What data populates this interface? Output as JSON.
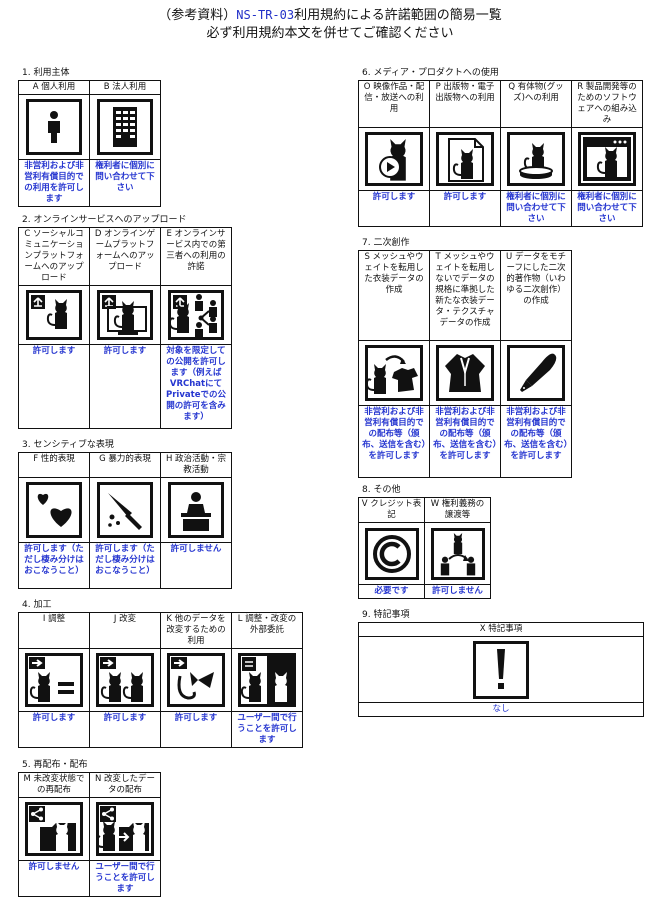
{
  "title": {
    "prefix": "（参考資料）",
    "code": "NS-TR-03",
    "suffix": "利用規約による許諾範囲の簡易一覧",
    "line2": "必ず利用規約本文を併せてご確認ください"
  },
  "colors": {
    "result_text": "#2636d0",
    "code_text": "#2230c8",
    "border": "#111111"
  },
  "sections": {
    "s1": {
      "label": "1. 利用主体",
      "items": [
        {
          "header": "A 個人利用",
          "icon": "person-icon",
          "result": "非営利および非営利有償目的での利用を許可します"
        },
        {
          "header": "B 法人利用",
          "icon": "building-icon",
          "result": "権利者に個別に問い合わせて下さい"
        }
      ]
    },
    "s2": {
      "label": "2. オンラインサービスへのアップロード",
      "items": [
        {
          "header": "C ソーシャルコミュニケーションプラットフォームへのアップロード",
          "icon": "upload-avatar-icon",
          "result": "許可します"
        },
        {
          "header": "D オンラインゲームプラットフォームへのアップロード",
          "icon": "upload-monitor-icon",
          "result": "許可します"
        },
        {
          "header": "E オンラインサービス内での第三者への利用の許諾",
          "icon": "upload-share-icon",
          "result": "対象を限定しての公開を許可します（例えばVRChatにてPrivateでの公開の許可を含みます）"
        }
      ]
    },
    "s3": {
      "label": "3. センシティブな表現",
      "items": [
        {
          "header": "F 性的表現",
          "icon": "hearts-icon",
          "result": "許可します（ただし棲み分けはおこなうこと）"
        },
        {
          "header": "G 暴力的表現",
          "icon": "knife-icon",
          "result": "許可します（ただし棲み分けはおこなうこと）"
        },
        {
          "header": "H 政治活動・宗教活動",
          "icon": "podium-icon",
          "result": "許可しません"
        }
      ]
    },
    "s4": {
      "label": "4. 加工",
      "items": [
        {
          "header": "I 調整",
          "icon": "adjust-icon",
          "result": "許可します"
        },
        {
          "header": "J 改変",
          "icon": "modify-icon",
          "result": "許可します"
        },
        {
          "header": "K 他のデータを改変するための利用",
          "icon": "parts-icon",
          "result": "許可します"
        },
        {
          "header": "L 調整・改変の外部委託",
          "icon": "outsource-icon",
          "result": "ユーザー間で行うことを許可します"
        }
      ]
    },
    "s5": {
      "label": "5. 再配布・配布",
      "items": [
        {
          "header": "M 未改変状態での再配布",
          "icon": "redistribute-icon",
          "result": "許可しません"
        },
        {
          "header": "N 改変したデータの配布",
          "icon": "distribute-modified-icon",
          "result": "ユーザー間で行うことを許可します"
        }
      ]
    },
    "s6": {
      "label": "6. メディア・プロダクトへの使用",
      "items": [
        {
          "header": "O 映像作品・配信・放送への利用",
          "icon": "video-icon",
          "result": "許可します"
        },
        {
          "header": "P 出版物・電子出版物への利用",
          "icon": "publication-icon",
          "result": "許可します"
        },
        {
          "header": "Q 有体物(グッズ)への利用",
          "icon": "figure-icon",
          "result": "権利者に個別に問い合わせて下さい"
        },
        {
          "header": "R 製品開発等のためのソフトウェアへの組み込み",
          "icon": "software-icon",
          "result": "権利者に個別に問い合わせて下さい"
        }
      ]
    },
    "s7": {
      "label": "7. 二次創作",
      "items": [
        {
          "header": "S メッシュやウェイトを転用した衣装データの作成",
          "icon": "costume-transfer-icon",
          "result": "非営利および非営利有償目的での配布等（頒布、送信を含む）を許可します"
        },
        {
          "header": "T メッシュやウェイトを転用しないでデータの規格に準拠した新たな衣装データ・テクスチャデータの作成",
          "icon": "costume-icon",
          "result": "非営利および非営利有償目的での配布等（頒布、送信を含む）を許可します"
        },
        {
          "header": "U データをモチーフにした二次的著作物（いわゆる二次創作）の作成",
          "icon": "pen-icon",
          "result": "非営利および非営利有償目的での配布等（頒布、送信を含む）を許可します"
        }
      ]
    },
    "s8": {
      "label": "8. その他",
      "items": [
        {
          "header": "V クレジット表記",
          "icon": "copyright-icon",
          "result": "必要です"
        },
        {
          "header": "W 権利義務の譲渡等",
          "icon": "transfer-icon",
          "result": "許可しません"
        }
      ]
    },
    "s9": {
      "label": "9. 特記事項",
      "items": [
        {
          "header": "X 特記事項",
          "icon": "exclamation-icon",
          "result": "なし"
        }
      ]
    }
  }
}
